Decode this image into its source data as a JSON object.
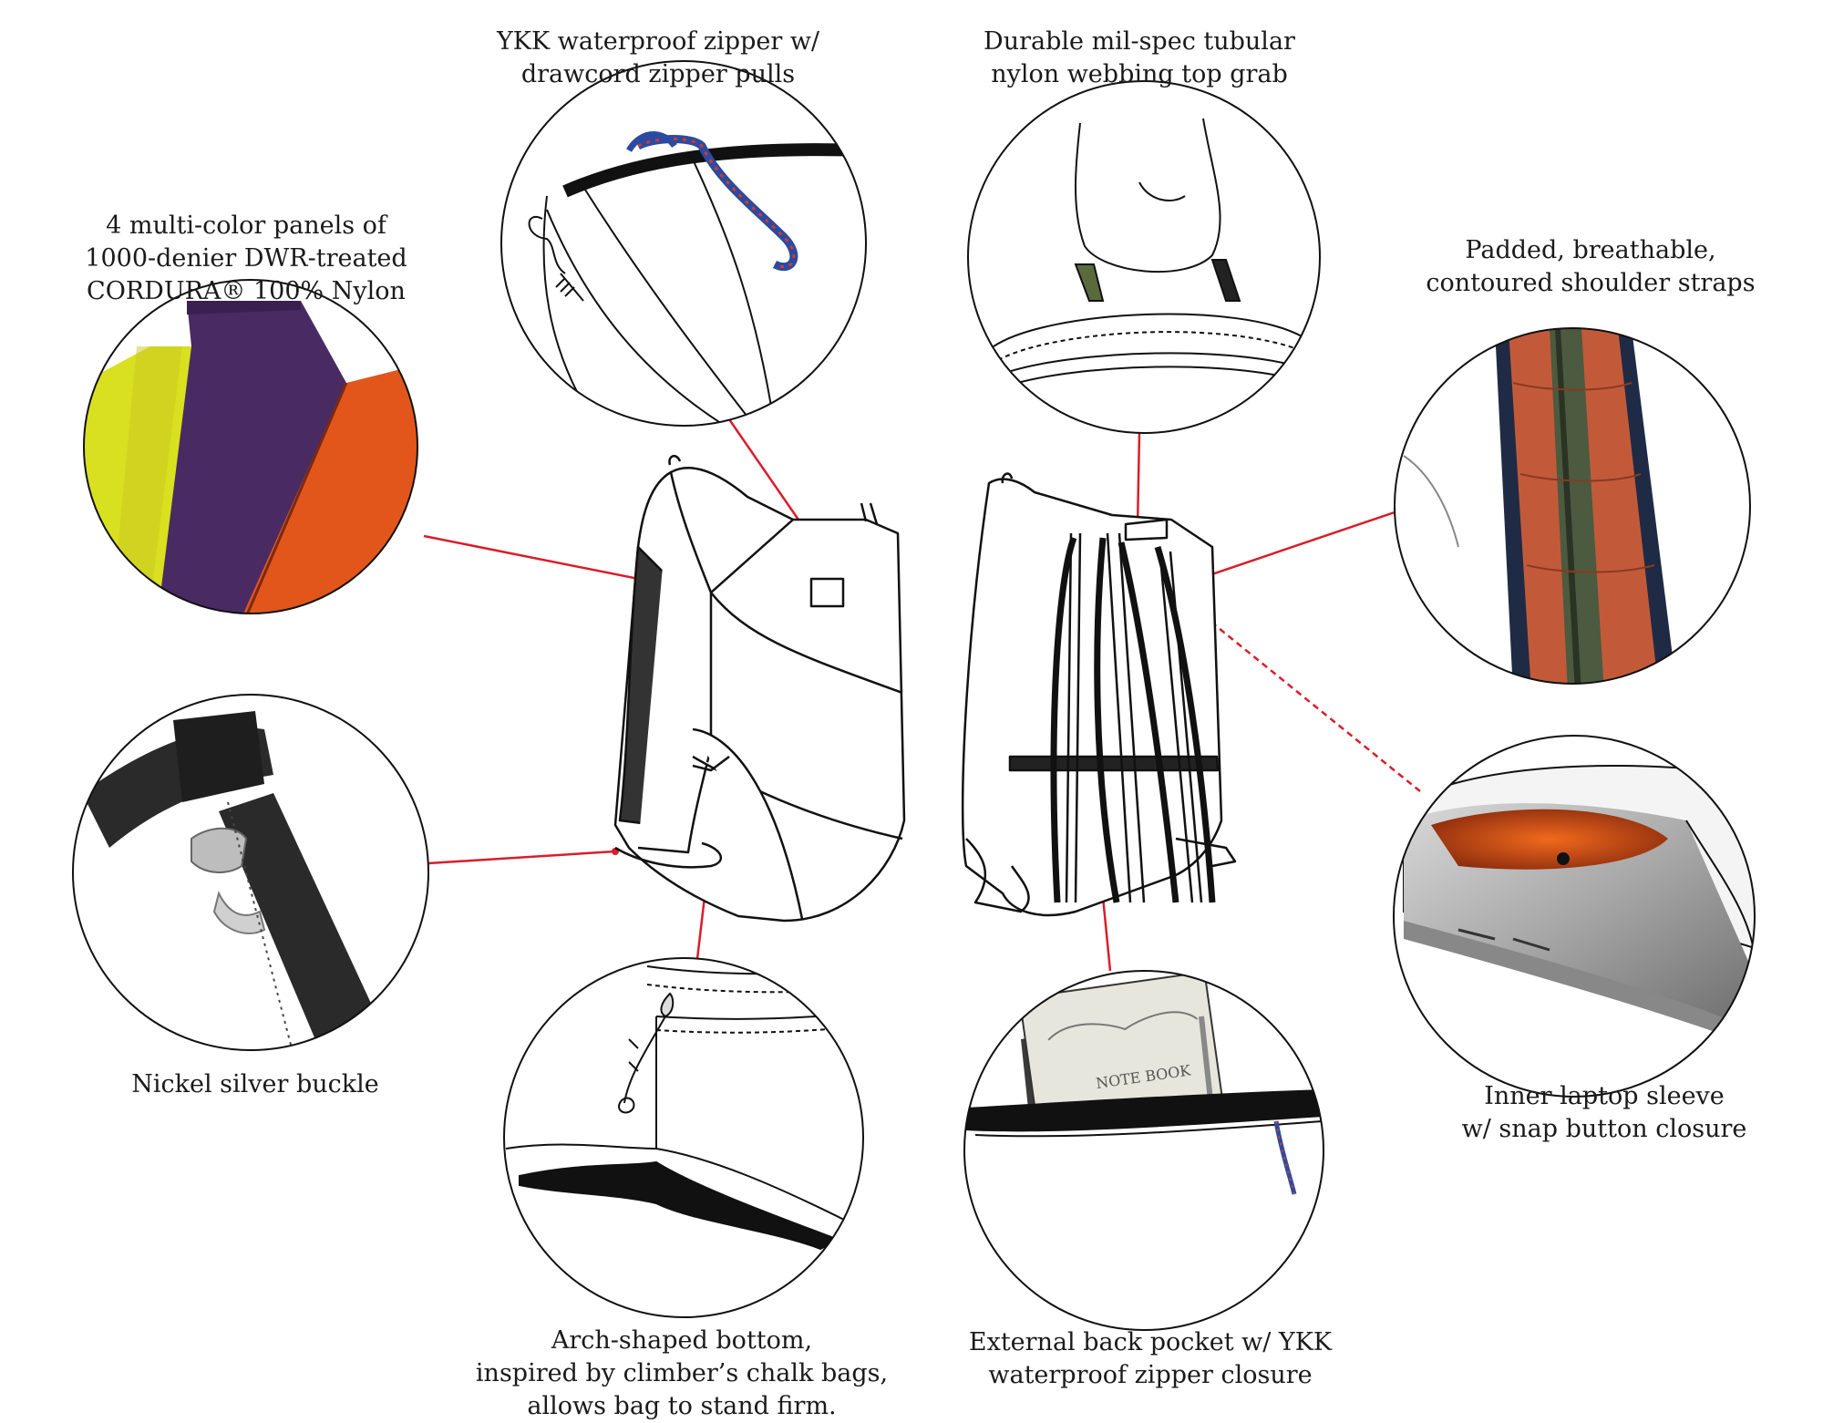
{
  "colors": {
    "leader": "#d81e2a",
    "outline": "#111111",
    "yellow": "#d9e020",
    "purple": "#4a2a63",
    "orange": "#e2561c",
    "rust": "#c25a3a",
    "navy": "#1f2b45",
    "olive": "#4c5a3f",
    "webbing": "#2a2a2a"
  },
  "features": [
    {
      "id": "panels",
      "icon": "fabric-panels-photo",
      "lines": [
        "4 multi-color panels of",
        "1000-denier DWR-treated",
        "CORDURA® 100% Nylon"
      ]
    },
    {
      "id": "zipper",
      "icon": "zipper-pull-drawing",
      "lines": [
        "YKK waterproof zipper w/",
        "drawcord zipper pulls"
      ]
    },
    {
      "id": "grab",
      "icon": "top-grab-drawing",
      "lines": [
        "Durable mil-spec tubular",
        "nylon webbing top grab"
      ]
    },
    {
      "id": "straps",
      "icon": "shoulder-strap-photo",
      "lines": [
        "Padded, breathable,",
        "contoured shoulder straps"
      ]
    },
    {
      "id": "buckle",
      "icon": "buckle-photo",
      "lines": [
        "Nickel silver buckle"
      ]
    },
    {
      "id": "laptop",
      "icon": "laptop-sleeve-photo",
      "lines": [
        "Inner laptop sleeve",
        "w/ snap button closure"
      ]
    },
    {
      "id": "bottom",
      "icon": "arch-bottom-drawing",
      "lines": [
        "Arch-shaped bottom,",
        "inspired by climber’s chalk bags,",
        "allows bag to stand firm."
      ]
    },
    {
      "id": "pocket",
      "icon": "back-pocket-drawing",
      "lines": [
        "External back pocket w/ YKK",
        "waterproof zipper closure"
      ]
    }
  ],
  "pocket_notebook_text": "NOTE BOOK"
}
